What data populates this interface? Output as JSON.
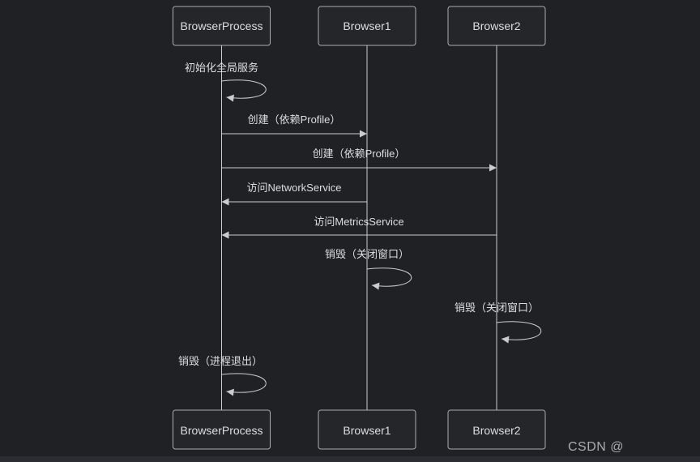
{
  "colors": {
    "background": "#202125",
    "box_fill": "#242629",
    "box_border": "#a9adb2",
    "line": "#c9ccd0",
    "text": "#dcdee0",
    "watermark": "#a8acb1",
    "footer_strip": "#2b2d32"
  },
  "diagram": {
    "type": "sequence",
    "actors": [
      {
        "label": "BrowserProcess"
      },
      {
        "label": "Browser1"
      },
      {
        "label": "Browser2"
      }
    ],
    "messages": [
      {
        "label": "初始化全局服务",
        "from": "BrowserProcess",
        "to": "BrowserProcess",
        "type": "self"
      },
      {
        "label": "创建（依赖Profile）",
        "from": "BrowserProcess",
        "to": "Browser1",
        "type": "arrow"
      },
      {
        "label": "创建（依赖Profile）",
        "from": "BrowserProcess",
        "to": "Browser2",
        "type": "arrow"
      },
      {
        "label": "访问NetworkService",
        "from": "Browser1",
        "to": "BrowserProcess",
        "type": "arrow"
      },
      {
        "label": "访问MetricsService",
        "from": "Browser2",
        "to": "BrowserProcess",
        "type": "arrow"
      },
      {
        "label": "销毁（关闭窗口）",
        "from": "Browser1",
        "to": "Browser1",
        "type": "self"
      },
      {
        "label": "销毁（关闭窗口）",
        "from": "Browser2",
        "to": "Browser2",
        "type": "self"
      },
      {
        "label": "销毁（进程退出）",
        "from": "BrowserProcess",
        "to": "BrowserProcess",
        "type": "self"
      }
    ]
  },
  "watermark": {
    "text": "CSDN @"
  }
}
